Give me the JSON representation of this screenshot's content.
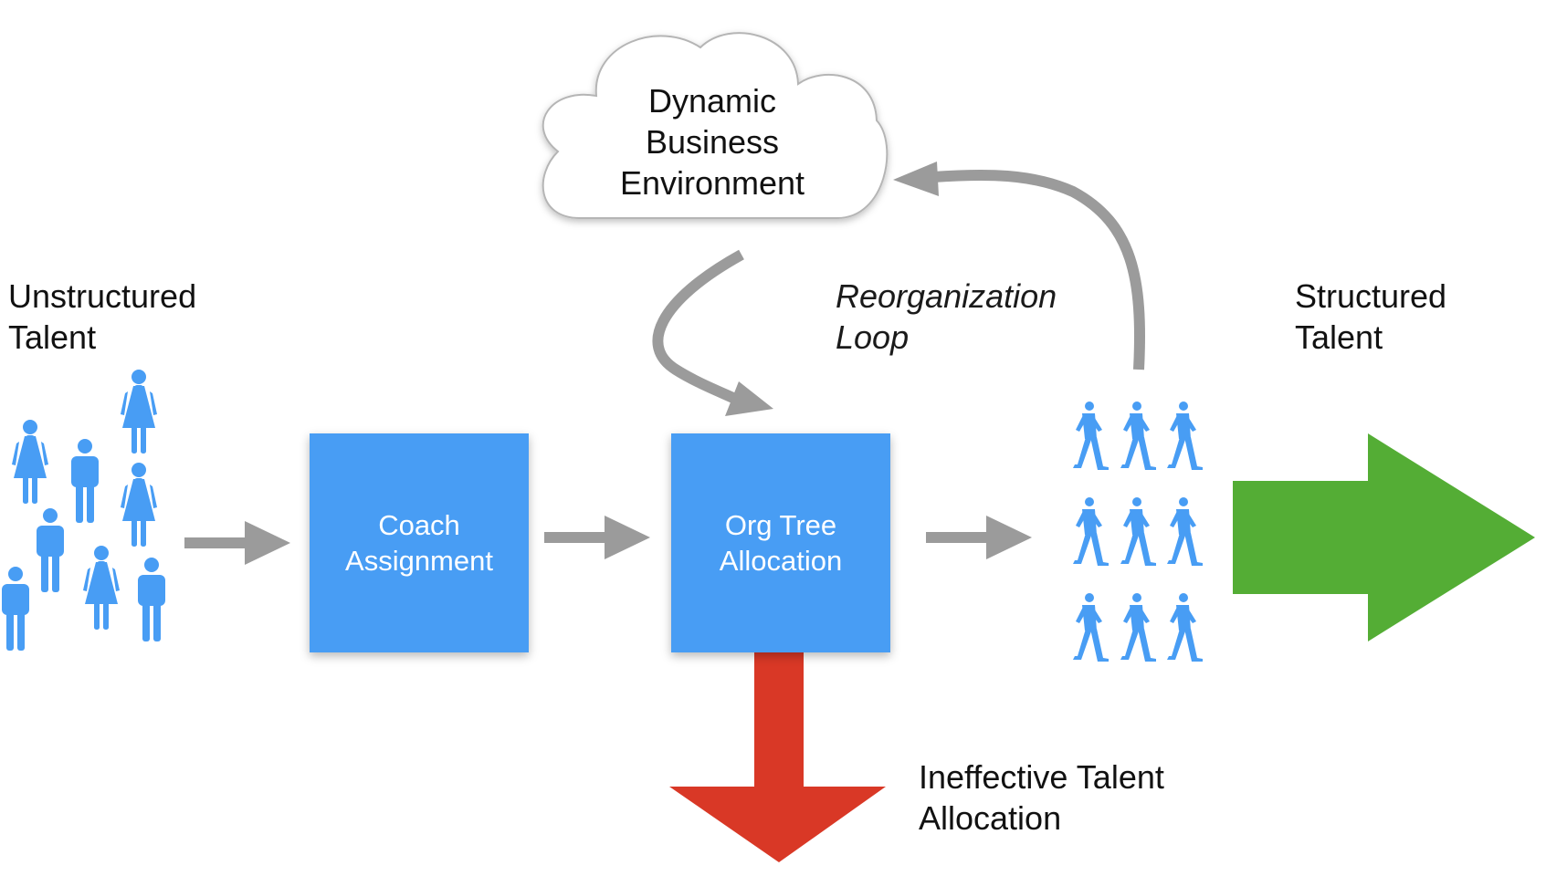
{
  "labels": {
    "unstructured_talent": [
      "Unstructured",
      "Talent"
    ],
    "structured_talent": [
      "Structured",
      "Talent"
    ],
    "reorganization_loop": [
      "Reorganization",
      "Loop"
    ],
    "ineffective_talent_allocation": [
      "Ineffective Talent",
      "Allocation"
    ],
    "cloud": [
      "Dynamic",
      "Business",
      "Environment"
    ]
  },
  "boxes": {
    "coach_assignment": [
      "Coach",
      "Assignment"
    ],
    "org_tree_allocation": [
      "Org Tree",
      "Allocation"
    ]
  },
  "colors": {
    "box_fill": "#489df4",
    "people": "#489df4",
    "flow_arrow": "#9b9b9b",
    "output_arrow": "#54ad35",
    "loss_arrow": "#d93826",
    "cloud_stroke": "#b5b5b5"
  },
  "icons": {
    "unstructured_people": "standing-person-icon",
    "structured_people": "walking-person-icon",
    "cloud": "cloud-shape"
  }
}
